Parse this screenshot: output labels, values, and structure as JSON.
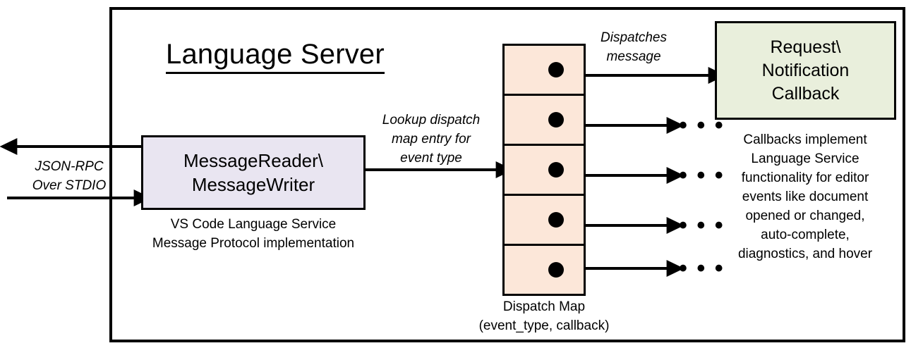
{
  "diagram": {
    "title": "Language Server",
    "boundary_name": "language-server-boundary"
  },
  "message_io": {
    "box_line1": "MessageReader\\",
    "box_line2": "MessageWriter",
    "caption_line1": "VS Code Language Service",
    "caption_line2": "Message Protocol implementation",
    "transport_label_line1": "JSON-RPC",
    "transport_label_line2": "Over STDIO"
  },
  "lookup_label": {
    "line1": "Lookup dispatch",
    "line2": "map entry for",
    "line3": "event type"
  },
  "dispatch_label": {
    "line1": "Dispatches",
    "line2": "message"
  },
  "dispatch_map": {
    "caption_line1": "Dispatch Map",
    "caption_line2": "(event_type, callback)",
    "rows": [
      {
        "dot": "entry-dot",
        "target": "callback-box"
      },
      {
        "dot": "entry-dot",
        "target": "ellipsis"
      },
      {
        "dot": "entry-dot",
        "target": "ellipsis"
      },
      {
        "dot": "entry-dot",
        "target": "ellipsis"
      },
      {
        "dot": "entry-dot",
        "target": "ellipsis"
      }
    ],
    "ellipsis_glyph": "• • •"
  },
  "callback": {
    "box_line1": "Request\\",
    "box_line2": "Notification",
    "box_line3": "Callback",
    "caption_line1": "Callbacks implement",
    "caption_line2": "Language Service",
    "caption_line3": "functionality for editor",
    "caption_line4": "events like document",
    "caption_line5": "opened or changed,",
    "caption_line6": "auto-complete,",
    "caption_line7": "diagnostics, and hover"
  },
  "colors": {
    "message_box_fill": "#E9E5F1",
    "dispatch_map_fill": "#FCE7D9",
    "callback_box_fill": "#E9EFDC",
    "stroke": "#000000",
    "background": "#FFFFFF"
  }
}
